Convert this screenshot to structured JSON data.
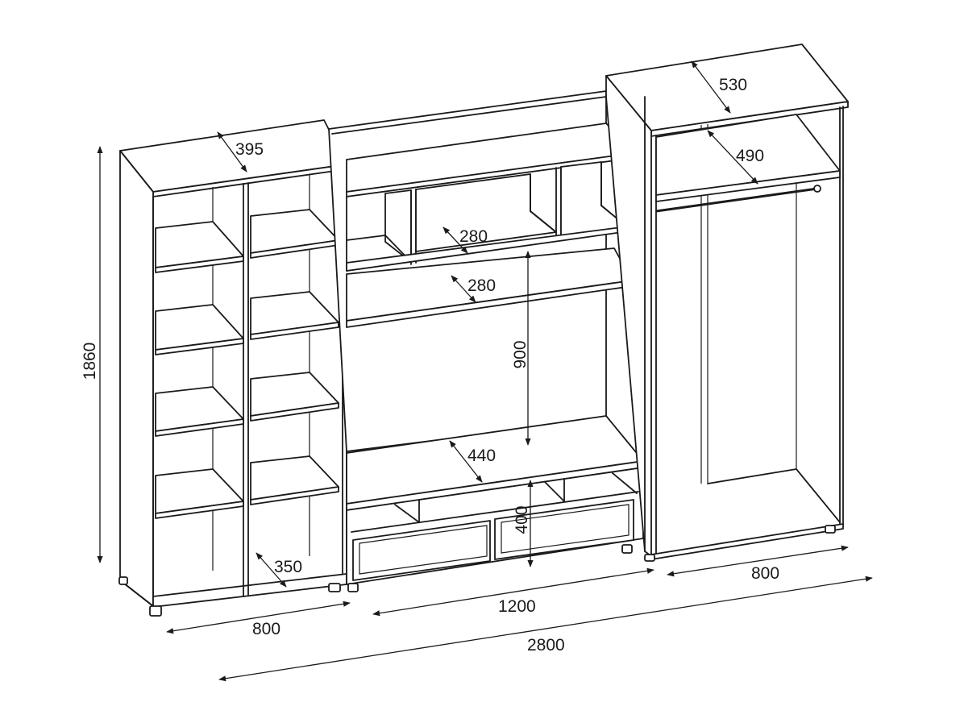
{
  "dimensions": {
    "left_module_width": "800",
    "center_module_width": "1200",
    "right_module_width": "800",
    "total_width": "2800",
    "total_height": "1860",
    "left_top_depth": "395",
    "left_shelf_depth": "350",
    "center_upper_shelf_depth": "280",
    "center_middle_shelf_depth": "280",
    "center_tv_clearance": "900",
    "center_base_depth": "440",
    "center_base_height": "400",
    "right_top_depth": "530",
    "right_inner_depth": "490"
  },
  "colors": {
    "line": "#1a1a1a",
    "background": "#ffffff"
  }
}
